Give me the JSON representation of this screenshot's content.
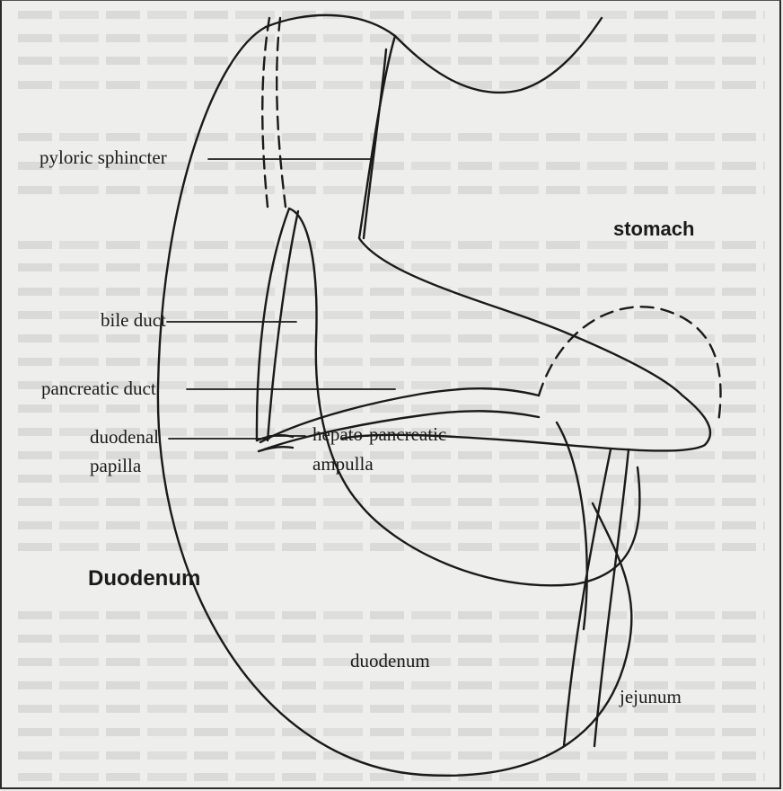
{
  "labels": {
    "pyloric_sphincter": "pyloric sphincter",
    "stomach": "stomach",
    "bile_duct": "bile duct",
    "pancreatic_duct": "pancreatic duct",
    "duodenal": "duodenal",
    "papilla": "papilla",
    "hepato_pancreatic": "hepato-pancreatic",
    "ampulla": "ampulla",
    "duodenum_bold": "Duodenum",
    "duodenum": "duodenum",
    "jejunum": "jejunum"
  },
  "colors": {
    "ink": "#1a1a1a",
    "paper": "#eeeeec"
  }
}
